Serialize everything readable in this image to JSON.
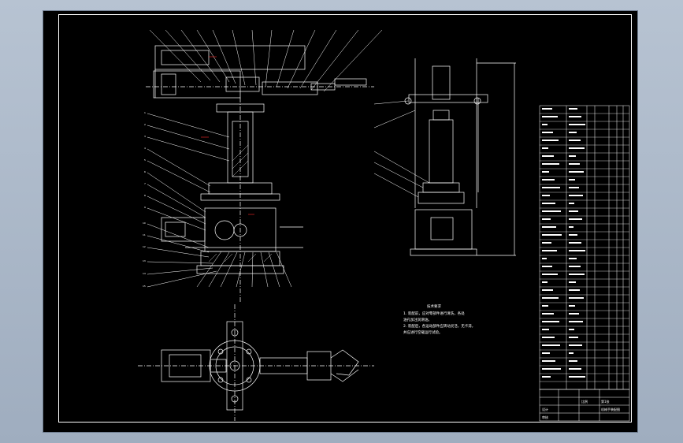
{
  "colors": {
    "background": "#9fadbf",
    "sheet": "#000000",
    "line": "#ffffff",
    "red": "#ff2a2a",
    "yellow": "#ffff00"
  },
  "notes": {
    "heading": "技术要求",
    "item1": "1. 装配前，应对零部件进行清洗，各处",
    "item1b": "   油孔加注润滑油。",
    "item2": "2. 装配后，各运动部件应转动灵活，无卡滞，",
    "item2b": "   并应进行空载运行试验。"
  },
  "title_block": {
    "drawing_title": "机械手装配图",
    "scale_label": "比例",
    "sheet_label": "第1张",
    "design_label": "设计",
    "check_label": "审核"
  }
}
